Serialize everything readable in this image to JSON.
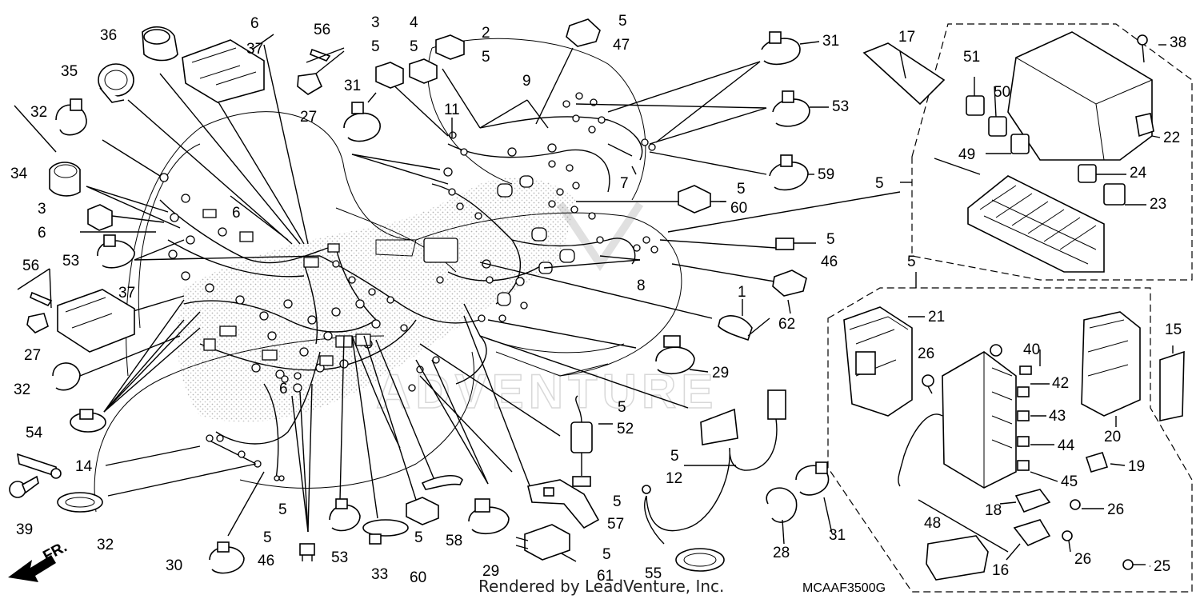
{
  "diagram": {
    "code": "MCAAF3500G",
    "credit": "Rendered by LeadVenture, Inc.",
    "front_marker": "FR.",
    "watermark": "ADVENTURE"
  },
  "callouts": [
    {
      "id": "c01",
      "text": "36"
    },
    {
      "id": "c02",
      "text": "6"
    },
    {
      "id": "c03",
      "text": "37"
    },
    {
      "id": "c04",
      "text": "56"
    },
    {
      "id": "c05",
      "text": "27"
    },
    {
      "id": "c06",
      "text": "3"
    },
    {
      "id": "c07",
      "text": "5"
    },
    {
      "id": "c08",
      "text": "4"
    },
    {
      "id": "c09",
      "text": "5"
    },
    {
      "id": "c10",
      "text": "2"
    },
    {
      "id": "c11",
      "text": "5"
    },
    {
      "id": "c12",
      "text": "5"
    },
    {
      "id": "c13",
      "text": "47"
    },
    {
      "id": "c14",
      "text": "31"
    },
    {
      "id": "c15",
      "text": "35"
    },
    {
      "id": "c16",
      "text": "32"
    },
    {
      "id": "c17",
      "text": "31"
    },
    {
      "id": "c18",
      "text": "9"
    },
    {
      "id": "c19",
      "text": "11"
    },
    {
      "id": "c20",
      "text": "53"
    },
    {
      "id": "c21",
      "text": "7"
    },
    {
      "id": "c22",
      "text": "59"
    },
    {
      "id": "c23",
      "text": "34"
    },
    {
      "id": "c24",
      "text": "3"
    },
    {
      "id": "c25",
      "text": "6"
    },
    {
      "id": "c26",
      "text": "6"
    },
    {
      "id": "c27",
      "text": "53"
    },
    {
      "id": "c28",
      "text": "56"
    },
    {
      "id": "c29",
      "text": "37"
    },
    {
      "id": "c30",
      "text": "27"
    },
    {
      "id": "c31",
      "text": "5"
    },
    {
      "id": "c32",
      "text": "60"
    },
    {
      "id": "c33",
      "text": "5"
    },
    {
      "id": "c34",
      "text": "46"
    },
    {
      "id": "c35",
      "text": "8"
    },
    {
      "id": "c36",
      "text": "1"
    },
    {
      "id": "c37",
      "text": "62"
    },
    {
      "id": "c38",
      "text": "29"
    },
    {
      "id": "c39",
      "text": "32"
    },
    {
      "id": "c40",
      "text": "54"
    },
    {
      "id": "c41",
      "text": "14"
    },
    {
      "id": "c42",
      "text": "39"
    },
    {
      "id": "c43",
      "text": "32"
    },
    {
      "id": "c44",
      "text": "5"
    },
    {
      "id": "c45",
      "text": "52"
    },
    {
      "id": "c46",
      "text": "5"
    },
    {
      "id": "c47",
      "text": "12"
    },
    {
      "id": "c48",
      "text": "6"
    },
    {
      "id": "c49",
      "text": "5"
    },
    {
      "id": "c50",
      "text": "58"
    },
    {
      "id": "c51",
      "text": "5"
    },
    {
      "id": "c52",
      "text": "57"
    },
    {
      "id": "c53",
      "text": "28"
    },
    {
      "id": "c54",
      "text": "31"
    },
    {
      "id": "c55",
      "text": "30"
    },
    {
      "id": "c56",
      "text": "5"
    },
    {
      "id": "c57",
      "text": "46"
    },
    {
      "id": "c58",
      "text": "53"
    },
    {
      "id": "c59",
      "text": "33"
    },
    {
      "id": "c60",
      "text": "5"
    },
    {
      "id": "c61",
      "text": "60"
    },
    {
      "id": "c62",
      "text": "29"
    },
    {
      "id": "c63",
      "text": "5"
    },
    {
      "id": "c64",
      "text": "61"
    },
    {
      "id": "c65",
      "text": "55"
    },
    {
      "id": "c66",
      "text": "17"
    },
    {
      "id": "c67",
      "text": "51"
    },
    {
      "id": "c68",
      "text": "50"
    },
    {
      "id": "c69",
      "text": "49"
    },
    {
      "id": "c70",
      "text": "38"
    },
    {
      "id": "c71",
      "text": "22"
    },
    {
      "id": "c72",
      "text": "5"
    },
    {
      "id": "c73",
      "text": "24"
    },
    {
      "id": "c74",
      "text": "23"
    },
    {
      "id": "c75",
      "text": "5"
    },
    {
      "id": "c76",
      "text": "21"
    },
    {
      "id": "c77",
      "text": "26"
    },
    {
      "id": "c78",
      "text": "40"
    },
    {
      "id": "c79",
      "text": "42"
    },
    {
      "id": "c80",
      "text": "15"
    },
    {
      "id": "c81",
      "text": "43"
    },
    {
      "id": "c82",
      "text": "20"
    },
    {
      "id": "c83",
      "text": "44"
    },
    {
      "id": "c84",
      "text": "19"
    },
    {
      "id": "c85",
      "text": "45"
    },
    {
      "id": "c86",
      "text": "18"
    },
    {
      "id": "c87",
      "text": "26"
    },
    {
      "id": "c88",
      "text": "48"
    },
    {
      "id": "c89",
      "text": "16"
    },
    {
      "id": "c90",
      "text": "26"
    },
    {
      "id": "c91",
      "text": "25"
    }
  ]
}
